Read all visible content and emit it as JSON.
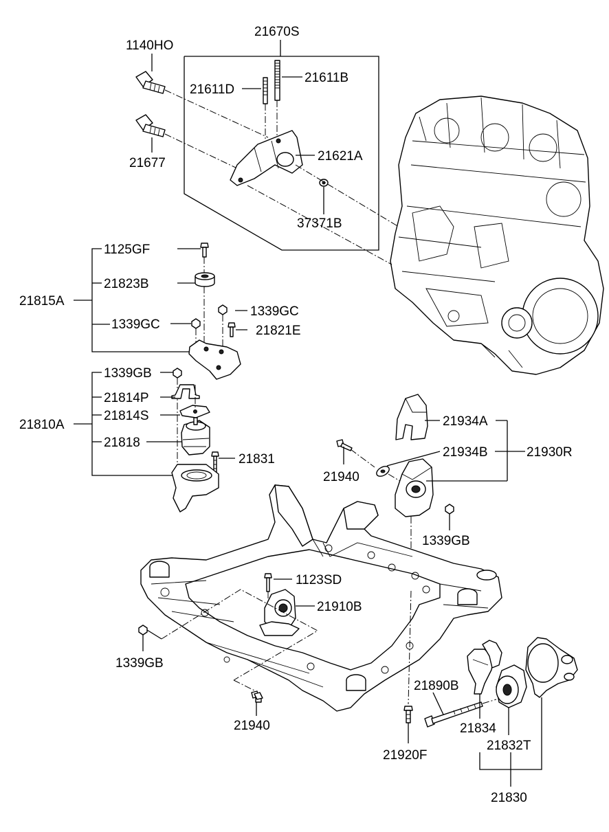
{
  "labels": {
    "l21670S": "21670S",
    "l1140HO": "1140HO",
    "l21611D": "21611D",
    "l21611B": "21611B",
    "l21621A": "21621A",
    "l21677": "21677",
    "l37371B": "37371B",
    "l1125GF": "1125GF",
    "l21823B": "21823B",
    "l21815A": "21815A",
    "l1339GC_a": "1339GC",
    "l1339GC_b": "1339GC",
    "l21821E": "21821E",
    "l1339GB_a": "1339GB",
    "l21814P": "21814P",
    "l21814S": "21814S",
    "l21810A": "21810A",
    "l21818": "21818",
    "l21831": "21831",
    "l21934A": "21934A",
    "l21934B": "21934B",
    "l21930R": "21930R",
    "l21940_a": "21940",
    "l1339GB_b": "1339GB",
    "l1123SD": "1123SD",
    "l21910B": "21910B",
    "l1339GB_c": "1339GB",
    "l21940_b": "21940",
    "l21890B": "21890B",
    "l21834": "21834",
    "l21832T": "21832T",
    "l21920F": "21920F",
    "l21830": "21830"
  }
}
